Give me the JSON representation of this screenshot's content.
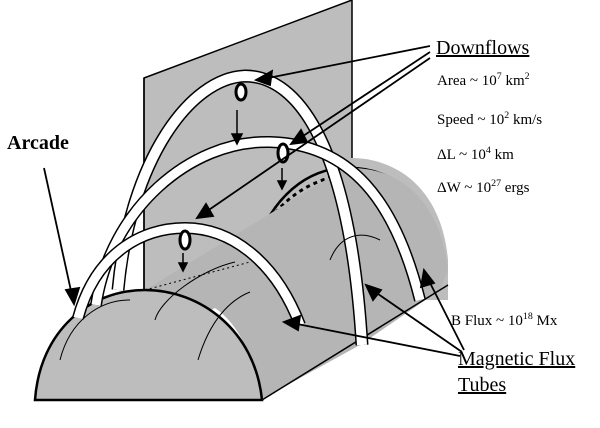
{
  "labels": {
    "arcade": "Arcade",
    "downflows": "Downflows",
    "area": {
      "prefix": "Area ~ 10",
      "exp": "7",
      "unit": " km",
      "unit_exp": "2"
    },
    "speed": {
      "prefix": "Speed ~ 10",
      "exp": "2",
      "unit": " km/s"
    },
    "delta_l": {
      "prefix": "ΔL ~ 10",
      "exp": "4",
      "unit": " km"
    },
    "delta_w": {
      "prefix": "ΔW ~ 10",
      "exp": "27",
      "unit": " ergs"
    },
    "b_flux": {
      "prefix": "B Flux ~ 10",
      "exp": "18",
      "unit": " Mx"
    },
    "magnetic_flux": "Magnetic Flux",
    "tubes": "Tubes"
  },
  "colors": {
    "surface": "#bdbdbd",
    "surface_dark": "#a9a9a9",
    "tube": "#ffffff",
    "ink": "#000000"
  }
}
